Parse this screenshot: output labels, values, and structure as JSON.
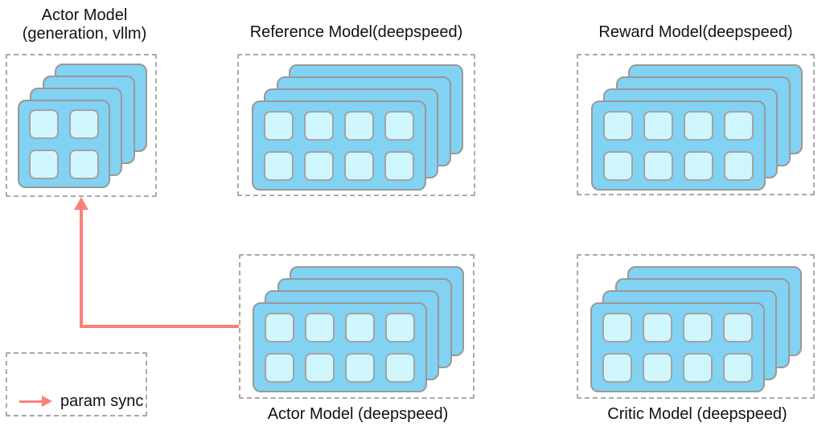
{
  "colors": {
    "card_blue": "#82D2F4",
    "gpu_cyan": "#CFF6FC",
    "card_border": "#999999",
    "dash_border": "#A9A9A9",
    "arrow_salmon": "#F8817A",
    "text": "#111111"
  },
  "models": [
    {
      "name": "actor-generation",
      "title_line1": "Actor Model",
      "title_line2": "(generation, vllm)",
      "label_position": "top",
      "stack_depth": 4,
      "grid_rows": 2,
      "grid_cols": 2
    },
    {
      "name": "reference",
      "title": "Reference Model(deepspeed)",
      "label_position": "top",
      "stack_depth": 4,
      "grid_rows": 2,
      "grid_cols": 4
    },
    {
      "name": "reward",
      "title": "Reward Model(deepspeed)",
      "label_position": "top",
      "stack_depth": 4,
      "grid_rows": 2,
      "grid_cols": 4
    },
    {
      "name": "actor-training",
      "title": "Actor Model (deepspeed)",
      "label_position": "bottom",
      "stack_depth": 4,
      "grid_rows": 2,
      "grid_cols": 4
    },
    {
      "name": "critic",
      "title": "Critic Model (deepspeed)",
      "label_position": "bottom",
      "stack_depth": 4,
      "grid_rows": 2,
      "grid_cols": 4
    }
  ],
  "legend": {
    "label": "param sync"
  },
  "param_sync_arrow": {
    "from": "Actor Model (deepspeed)",
    "to": "Actor Model (generation, vllm)"
  }
}
